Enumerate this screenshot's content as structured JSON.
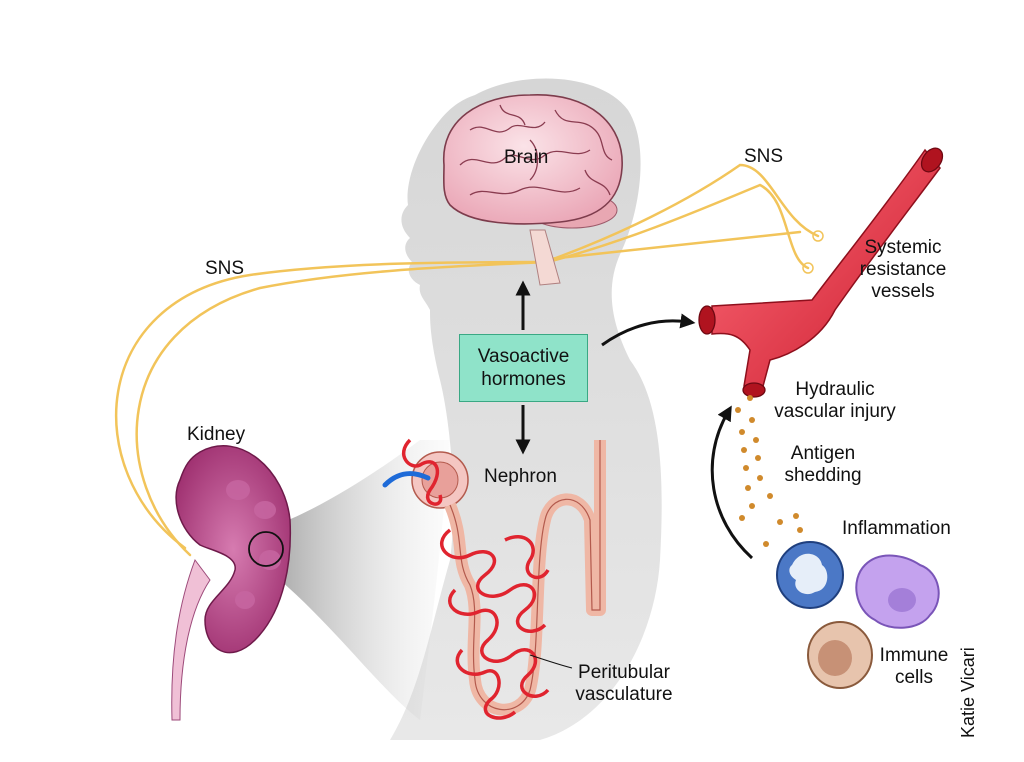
{
  "labels": {
    "brain": "Brain",
    "sns_left": "SNS",
    "sns_right": "SNS",
    "systemic": "Systemic\nresistance\nvessels",
    "hormones": "Vasoactive\nhormones",
    "hydraulic": "Hydraulic\nvascular injury",
    "antigen": "Antigen\nshedding",
    "kidney": "Kidney",
    "nephron": "Nephron",
    "inflammation": "Inflammation",
    "peritubular": "Peritubular\nvasculature",
    "immune": "Immune\ncells",
    "credit": "Katie Vicari"
  },
  "colors": {
    "nerve": "#f2c45a",
    "vessel": "#e2283a",
    "kidney": "#b84486",
    "head_silhouette": "#d4d4d4",
    "hormone_box": "#8fe3c9",
    "particles": "#d08a2c"
  }
}
